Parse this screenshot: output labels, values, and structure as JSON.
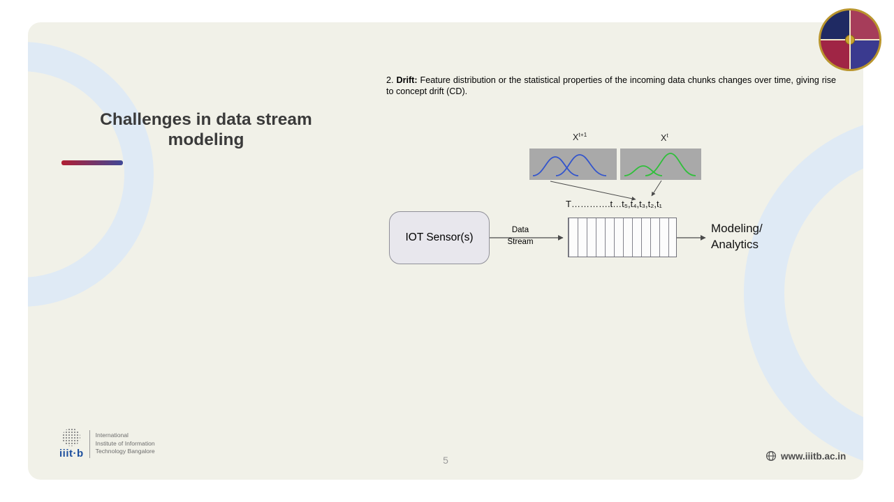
{
  "slide": {
    "title": {
      "line1": "Challenges in data stream",
      "line2": "modeling"
    },
    "drift": {
      "number": "2.",
      "term": "Drift:",
      "text": "Feature distribution or the statistical properties of the incoming data chunks changes over time, giving rise to concept drift (CD)."
    },
    "diagram": {
      "dist_left_label": {
        "base": "X",
        "sup": "t+1"
      },
      "dist_right_label": {
        "base": "X",
        "sup": "t"
      },
      "timeline": "T………….t…t₅,t₄,t₃,t₂,t₁",
      "iot_box": "IOT Sensor(s)",
      "stream_label": "Data Stream",
      "output_label": "Modeling/\nAnalytics"
    },
    "footer": {
      "logo_text": "iiit·b",
      "institute_lines": [
        "International",
        "Institute of Information",
        "Technology Bangalore"
      ],
      "page_number": "5",
      "website": "www.iiitb.ac.in"
    },
    "colors": {
      "accent_gradient_start": "#b01e32",
      "accent_gradient_end": "#3f4897",
      "curve_blue": "#3355cc",
      "curve_green": "#2fbf3a"
    }
  }
}
